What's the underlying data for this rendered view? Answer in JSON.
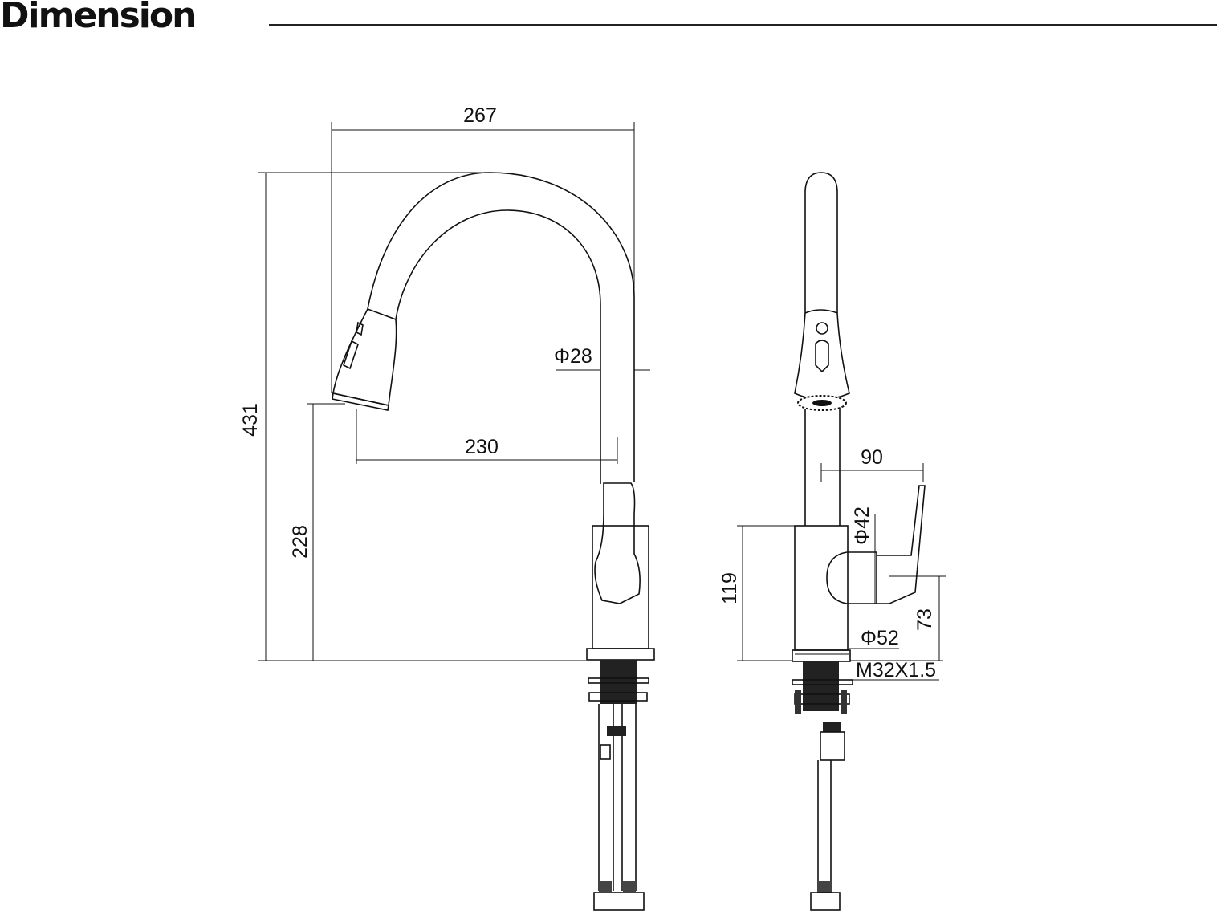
{
  "title": "Dimension",
  "dimensions": {
    "overall_reach": "267",
    "overall_height": "431",
    "spout_reach": "230",
    "spout_height": "228",
    "spout_diameter": "Φ28",
    "handle_reach": "90",
    "handle_diameter": "Φ42",
    "body_height": "119",
    "handle_height": "73",
    "base_diameter": "Φ52",
    "thread": "M32X1.5"
  },
  "colors": {
    "line": "#111111",
    "background": "#ffffff"
  }
}
